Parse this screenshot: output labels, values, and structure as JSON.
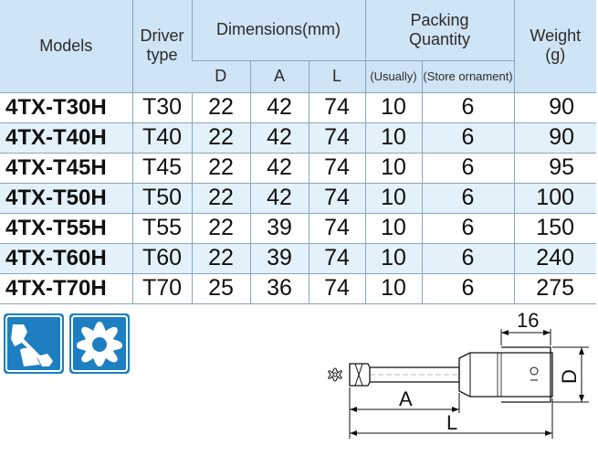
{
  "header": {
    "models": "Models",
    "driver_type_1": "Driver",
    "driver_type_2": "type",
    "dimensions": "Dimensions(mm)",
    "dim_d": "D",
    "dim_a": "A",
    "dim_l": "L",
    "packing_1": "Packing",
    "packing_2": "Quantity",
    "usually": "(Usually)",
    "store": "(Store ornament)",
    "weight_1": "Weight",
    "weight_2": "(g)"
  },
  "rows": [
    {
      "model": "4TX-T30H",
      "type": "T30",
      "d": "22",
      "a": "42",
      "l": "74",
      "usually": "10",
      "store": "6",
      "weight": "90"
    },
    {
      "model": "4TX-T40H",
      "type": "T40",
      "d": "22",
      "a": "42",
      "l": "74",
      "usually": "10",
      "store": "6",
      "weight": "90"
    },
    {
      "model": "4TX-T45H",
      "type": "T45",
      "d": "22",
      "a": "42",
      "l": "74",
      "usually": "10",
      "store": "6",
      "weight": "95"
    },
    {
      "model": "4TX-T50H",
      "type": "T50",
      "d": "22",
      "a": "42",
      "l": "74",
      "usually": "10",
      "store": "6",
      "weight": "100"
    },
    {
      "model": "4TX-T55H",
      "type": "T55",
      "d": "22",
      "a": "39",
      "l": "74",
      "usually": "10",
      "store": "6",
      "weight": "150"
    },
    {
      "model": "4TX-T60H",
      "type": "T60",
      "d": "22",
      "a": "39",
      "l": "74",
      "usually": "10",
      "store": "6",
      "weight": "240"
    },
    {
      "model": "4TX-T70H",
      "type": "T70",
      "d": "25",
      "a": "36",
      "l": "74",
      "usually": "10",
      "store": "6",
      "weight": "275"
    }
  ],
  "icons": [
    "wrench-hand-icon",
    "torx-icon"
  ],
  "drawing": {
    "dim_16": "16",
    "dim_d": "D",
    "dim_a": "A",
    "dim_l": "L"
  },
  "colors": {
    "header_bg": "#cfe4f4",
    "alt_row_bg": "#e3f1fa",
    "icon_blue": "#1d7fc1"
  }
}
